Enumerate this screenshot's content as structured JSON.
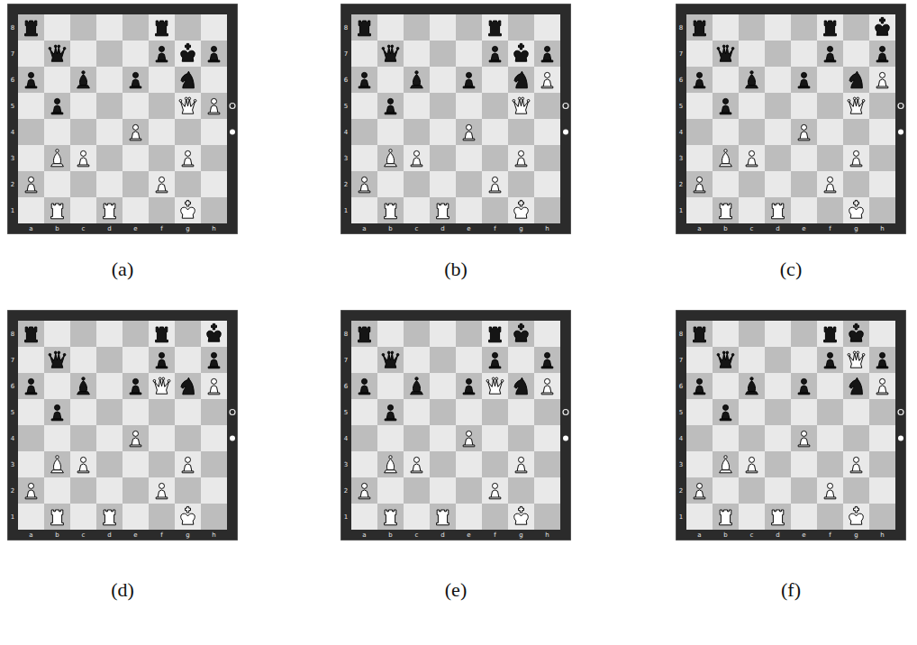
{
  "diagram": {
    "labels": [
      "8",
      "7",
      "6",
      "5",
      "4",
      "3",
      "2",
      "1",
      "a",
      "b",
      "c",
      "d",
      "e",
      "f",
      "g",
      "h",
      "(a)",
      "8",
      "7",
      "6",
      "5",
      "4",
      "3",
      "2",
      "1",
      "a",
      "b",
      "c",
      "d",
      "e",
      "f",
      "g",
      "h",
      "(b)",
      "8",
      "7",
      "6",
      "5",
      "4",
      "3",
      "2",
      "1",
      "a",
      "b",
      "c",
      "d",
      "e",
      "f",
      "g",
      "h",
      "(c)",
      "8",
      "7",
      "6",
      "5",
      "4",
      "3",
      "2",
      "1",
      "a",
      "b",
      "c",
      "d",
      "e",
      "f",
      "g",
      "h",
      "(d)",
      "8",
      "7",
      "6",
      "5",
      "4",
      "3",
      "2",
      "1",
      "a",
      "b",
      "c",
      "d",
      "e",
      "f",
      "g",
      "h",
      "(e)",
      "8",
      "7",
      "6",
      "5",
      "4",
      "3",
      "2",
      "1",
      "a",
      "b",
      "c",
      "d",
      "e",
      "f",
      "g",
      "h",
      "(f)"
    ]
  }
}
